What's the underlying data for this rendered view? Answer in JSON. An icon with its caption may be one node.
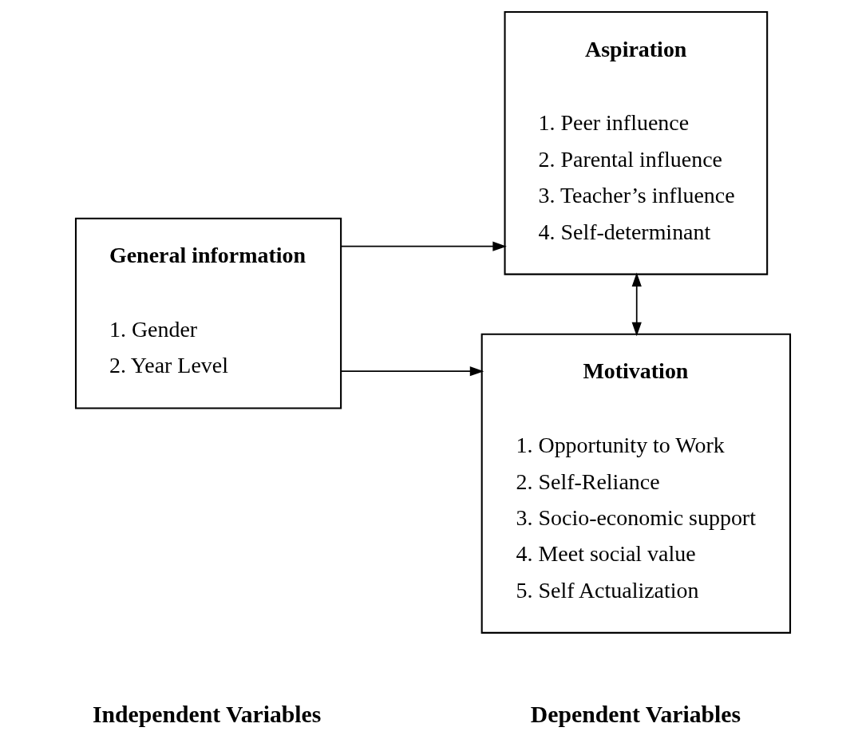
{
  "diagram": {
    "nodes": [
      {
        "text": [
          "General information",
          "1. Gender",
          "2. Year Level"
        ]
      },
      {
        "text": [
          "Aspiration",
          "1. Peer influence",
          "2. Parental influence",
          "3. Teacher’s influence",
          "4. Self-determinant"
        ]
      },
      {
        "text": [
          "Motivation",
          "1. Opportunity to Work",
          "2. Self-Reliance",
          "3. Socio-economic support",
          "4. Meet social value",
          "5. Self Actualization"
        ]
      }
    ],
    "edges": [
      {
        "from": 0,
        "to": 1,
        "arrow": "to"
      },
      {
        "from": 0,
        "to": 2,
        "arrow": "to"
      },
      {
        "from": 1,
        "to": 2,
        "arrow": "both"
      }
    ],
    "labels": [
      "Independent Variables",
      "Dependent Variables"
    ]
  }
}
